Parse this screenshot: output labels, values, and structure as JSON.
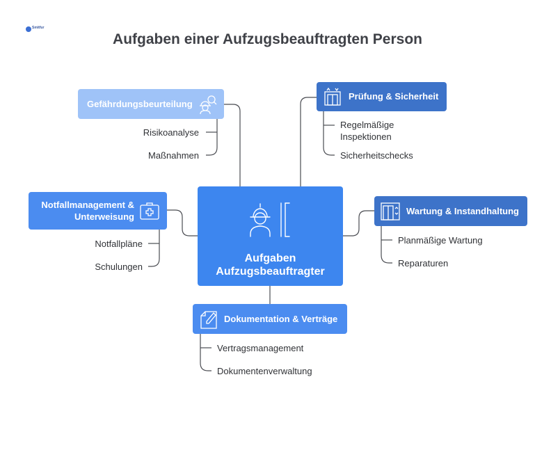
{
  "logo": {
    "text": "Smitfur"
  },
  "title": "Aufgaben einer Aufzugsbeauftragten Person",
  "center": {
    "label_line1": "Aufgaben",
    "label_line2": "Aufzugsbeauftragter",
    "icon": "lift-technician-icon"
  },
  "branches": {
    "gefaehrdung": {
      "label": "Gefährdungsbeurteilung",
      "icon": "hardhat-search-icon",
      "color": "#9fc3f8",
      "items": [
        "Risikoanalyse",
        "Maßnahmen"
      ]
    },
    "pruefung": {
      "label": "Prüfung & Sicherheit",
      "icon": "elevator-icon",
      "color": "#3d73c9",
      "items": [
        "Regelmäßige",
        "Inspektionen",
        "Sicherheitschecks"
      ]
    },
    "notfall": {
      "label_line1": "Notfallmanagement &",
      "label_line2": "Unterweisung",
      "icon": "first-aid-kit-icon",
      "color": "#4b8cf0",
      "items": [
        "Notfallpläne",
        "Schulungen"
      ]
    },
    "wartung": {
      "label": "Wartung & Instandhaltung",
      "icon": "elevator-icon",
      "color": "#3d73c9",
      "items": [
        "Planmäßige Wartung",
        "Reparaturen"
      ]
    },
    "doku": {
      "label": "Dokumentation & Verträge",
      "icon": "document-edit-icon",
      "color": "#4b8cf0",
      "items": [
        "Vertragsmanagement",
        "Dokumentenverwaltung"
      ]
    }
  }
}
